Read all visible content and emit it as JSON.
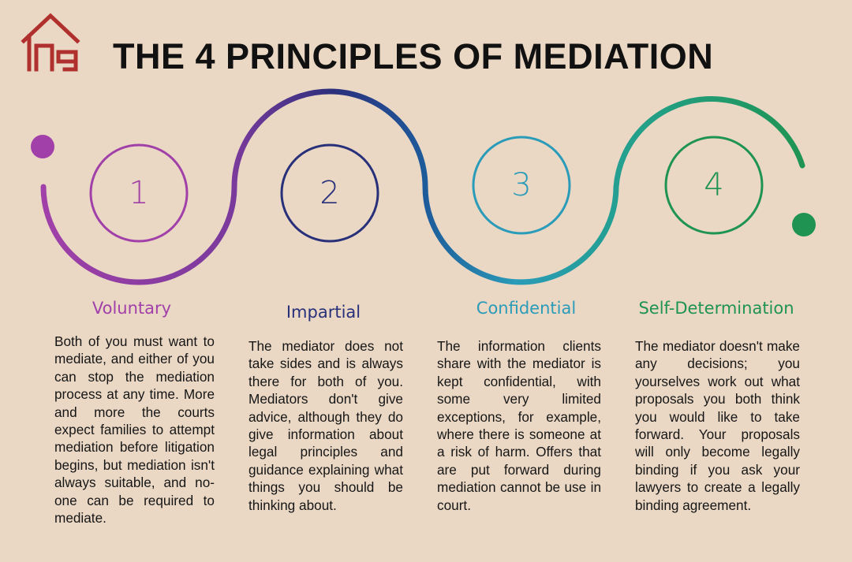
{
  "title": "THE 4 PRINCIPLES OF MEDIATION",
  "colors": {
    "background": "#ead8c5",
    "logo": "#b0302e",
    "principle_1": "#a040a8",
    "principle_2": "#28307a",
    "principle_3": "#2a9bb8",
    "principle_4": "#1f9452"
  },
  "principles": [
    {
      "number": "1",
      "heading": "Voluntary",
      "text": "Both of you must want to mediate, and either of you can stop the mediation process at any time. More and more the courts expect families to attempt mediation before litigation begins, but mediation isn't always suitable, and no-one can be required to mediate."
    },
    {
      "number": "2",
      "heading": "Impartial",
      "text": "The mediator does not take sides and is always there for both of you. Mediators don't give advice, although they do give information about legal principles and guidance explaining what things you should be thinking about."
    },
    {
      "number": "3",
      "heading": "Confidential",
      "text": "The information clients share with the mediator is kept confidential, with some very limited exceptions, for example, where there is someone at a risk of harm. Offers that are put forward during mediation cannot be use in court."
    },
    {
      "number": "4",
      "heading": "Self-Determination",
      "text": "The mediator doesn't make any decisions; you yourselves work out what proposals you both think you would like to take forward. Your proposals will only become legally binding if you ask your lawyers to create a legally binding agreement."
    }
  ]
}
